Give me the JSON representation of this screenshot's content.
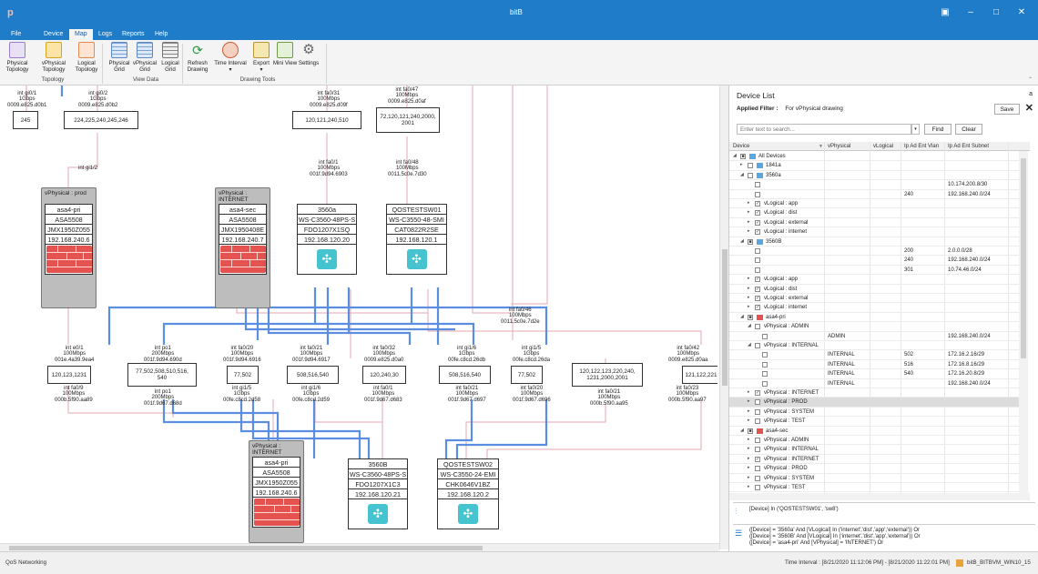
{
  "app": {
    "title": "bitB",
    "logo": "p"
  },
  "menu": [
    "File",
    "Device",
    "Map",
    "Logs",
    "Reports",
    "Help"
  ],
  "ribbon": {
    "buttons": [
      {
        "label": "Physical\nTopology",
        "icon": "physical-topology-icon"
      },
      {
        "label": "vPhysical\nTopology",
        "icon": "vphysical-topology-icon"
      },
      {
        "label": "Logical\nTopology",
        "icon": "logical-topology-icon"
      },
      {
        "label": "Physical\nGrid",
        "icon": "physical-grid-icon"
      },
      {
        "label": "vPhysical\nGrid",
        "icon": "vphysical-grid-icon"
      },
      {
        "label": "Logical\nGrid",
        "icon": "logical-grid-icon"
      },
      {
        "label": "Refresh\nDrawing",
        "icon": "refresh-icon"
      },
      {
        "label": "Time Interval\n▾",
        "icon": "time-interval-icon"
      },
      {
        "label": "Export\n▾",
        "icon": "export-icon"
      },
      {
        "label": "Mini View",
        "icon": "mini-view-icon"
      },
      {
        "label": "Settings",
        "icon": "settings-icon"
      }
    ],
    "groups": [
      "Topology",
      "View Data",
      "Drawing Tools"
    ]
  },
  "groups": [
    {
      "label": "vPhysical : prod"
    },
    {
      "label": "vPhysical : INTERNET"
    },
    {
      "label": "vPhysical : INTERNET"
    }
  ],
  "nodes": [
    {
      "rows": [
        "asa4-pri",
        "ASA5508",
        "JMX1950Z055",
        "192.168.240.6"
      ],
      "kind": "firewall"
    },
    {
      "rows": [
        "asa4-sec",
        "ASA5508",
        "JMX1950408E",
        "192.168.240.7"
      ],
      "kind": "firewall"
    },
    {
      "rows": [
        "3560a",
        "WS-C3560-48PS-S",
        "FDO1207X1SQ",
        "192.168.120.20"
      ],
      "kind": "switch"
    },
    {
      "rows": [
        "QOSTESTSW01",
        "WS-C3550-48-SMI",
        "CAT0822R2SE",
        "192.168.120.1"
      ],
      "kind": "switch"
    },
    {
      "rows": [
        "asa4-pri",
        "ASA5508",
        "JMX1950Z055",
        "192.168.240.6"
      ],
      "kind": "firewall"
    },
    {
      "rows": [
        "3560B",
        "WS-C3560-48PS-S",
        "FDO1207X1C3",
        "192.168.120.21"
      ],
      "kind": "switch"
    },
    {
      "rows": [
        "QOSTESTSW02",
        "WS-C3550-24-EMI",
        "CHK0646V1BZ",
        "192.168.120.2"
      ],
      "kind": "switch"
    }
  ],
  "vlans": [
    "245",
    "224,225,240,245,246",
    "120,121,240,510",
    "72,120,121,240,2000,\n2001",
    "120,123,1231",
    "77,502,508,510,516,\n540",
    "77,502",
    "508,516,540",
    "120,240,30",
    "508,516,540",
    "77,502",
    "120,122,123,220,240,\n1231,2000,2001",
    "121,122,221"
  ],
  "ports": [
    "int gi0/1\n1Gbps\n0009.e825.d0b1",
    "int gi0/2\n1Gbps\n0009.e825.d0b2",
    "int fa0/31\n100Mbps\n0009.e825.d09f",
    "int fa0/47\n100Mbps\n0009.e825.d0af",
    "int gi1/2",
    "int fa0/1\n100Mbps\n001f.9d94.6903",
    "int fa0/48\n100Mbps\n0011.5c0e.7d30",
    "int fa0/46\n100Mbps\n0011.5c0e.7d2e",
    "int e0/1\n100Mbps\n001e.4a39.9ea4",
    "int po1\n200Mbps\n001f.9d94.690d",
    "int fa0/20\n100Mbps\n001f.9d94.6916",
    "int fa0/21\n100Mbps\n001f.9d94.6917",
    "int fa0/32\n100Mbps\n0009.e825.d0a0",
    "int gi1/6\n1Gbps\n00fe.c8cd.26db",
    "int gi1/5\n1Gbps\n00fe.c8cd.26da",
    "int fa0/42\n100Mbps\n0009.e825.d0aa",
    "int fa0/9\n100Mbps\n000b.5f90.aa89",
    "int po1\n200Mbps\n001f.9d67.d68d",
    "int gi1/5\n1Gbps\n00fe.c8cd.2d58",
    "int gi1/6\n1Gbps\n00fe.c8cd.2d59",
    "int fa0/1\n100Mbps\n001f.9d67.d683",
    "int fa0/21\n100Mbps\n001f.9d67.d697",
    "int fa0/20\n100Mbps\n001f.9d67.d696",
    "int fa0/21\n100Mbps\n000b.5f90.aa95",
    "int fa0/23\n100Mbps\n000b.5f90.aa97"
  ],
  "panel": {
    "title": "Device List",
    "pin": "a",
    "filter_label": "Applied Filter :",
    "filter_value": "For vPhysical drawing",
    "save": "Save",
    "close": "✕",
    "search_placeholder": "Enter text to search...",
    "find": "Find",
    "clear": "Clear",
    "columns": [
      "Device",
      "vPhysical",
      "vLogical",
      "Ip Ad Ent Vlan",
      "Ip Ad Ent Subnet"
    ],
    "rows": [
      {
        "lvl": 0,
        "exp": "◢",
        "chk": "■",
        "icon": "grid",
        "name": "All Devices"
      },
      {
        "lvl": 1,
        "exp": "▸",
        "chk": "",
        "icon": "grid",
        "name": "1841a"
      },
      {
        "lvl": 1,
        "exp": "◢",
        "chk": "",
        "icon": "grid",
        "name": "3560a"
      },
      {
        "lvl": 2,
        "exp": "",
        "chk": "",
        "name": "",
        "subnet": "10.174.200.8/30"
      },
      {
        "lvl": 2,
        "exp": "",
        "chk": "",
        "name": "",
        "vlan": "240",
        "subnet": "192.168.240.0/24"
      },
      {
        "lvl": 2,
        "exp": "▸",
        "chk": "✓",
        "name": "vLogical : app"
      },
      {
        "lvl": 2,
        "exp": "▸",
        "chk": "✓",
        "name": "vLogical : dist"
      },
      {
        "lvl": 2,
        "exp": "▸",
        "chk": "✓",
        "name": "vLogical : external"
      },
      {
        "lvl": 2,
        "exp": "▸",
        "chk": "✓",
        "name": "vLogical : internet"
      },
      {
        "lvl": 1,
        "exp": "◢",
        "chk": "■",
        "icon": "grid",
        "name": "3560B"
      },
      {
        "lvl": 2,
        "exp": "",
        "chk": "",
        "name": "",
        "vlan": "200",
        "subnet": "2.0.0.0/28"
      },
      {
        "lvl": 2,
        "exp": "",
        "chk": "",
        "name": "",
        "vlan": "240",
        "subnet": "192.168.240.0/24"
      },
      {
        "lvl": 2,
        "exp": "",
        "chk": "",
        "name": "",
        "vlan": "301",
        "subnet": "10.74.46.0/24"
      },
      {
        "lvl": 2,
        "exp": "▸",
        "chk": "✓",
        "name": "vLogical : app"
      },
      {
        "lvl": 2,
        "exp": "▸",
        "chk": "✓",
        "name": "vLogical : dist"
      },
      {
        "lvl": 2,
        "exp": "▸",
        "chk": "✓",
        "name": "vLogical : external"
      },
      {
        "lvl": 2,
        "exp": "▸",
        "chk": "✓",
        "name": "vLogical : internet"
      },
      {
        "lvl": 1,
        "exp": "◢",
        "chk": "■",
        "icon": "fw",
        "name": "asa4-pri"
      },
      {
        "lvl": 2,
        "exp": "◢",
        "chk": "",
        "name": "vPhysical : ADMIN"
      },
      {
        "lvl": 3,
        "exp": "",
        "chk": "",
        "name": "",
        "vphys": "ADMIN",
        "subnet": "192.168.240.0/24"
      },
      {
        "lvl": 2,
        "exp": "◢",
        "chk": "",
        "name": "vPhysical : INTERNAL"
      },
      {
        "lvl": 3,
        "exp": "",
        "chk": "",
        "name": "",
        "vphys": "INTERNAL",
        "vlan": "502",
        "subnet": "172.16.2.16/29"
      },
      {
        "lvl": 3,
        "exp": "",
        "chk": "",
        "name": "",
        "vphys": "INTERNAL",
        "vlan": "516",
        "subnet": "172.16.8.16/29"
      },
      {
        "lvl": 3,
        "exp": "",
        "chk": "",
        "name": "",
        "vphys": "INTERNAL",
        "vlan": "540",
        "subnet": "172.16.20.8/29"
      },
      {
        "lvl": 3,
        "exp": "",
        "chk": "",
        "name": "",
        "vphys": "INTERNAL",
        "subnet": "192.168.240.0/24"
      },
      {
        "lvl": 2,
        "exp": "▸",
        "chk": "✓",
        "name": "vPhysical : INTERNET"
      },
      {
        "lvl": 2,
        "exp": "▸",
        "chk": "",
        "name": "vPhysical : PROD",
        "sel": true
      },
      {
        "lvl": 2,
        "exp": "▸",
        "chk": "",
        "name": "vPhysical : SYSTEM"
      },
      {
        "lvl": 2,
        "exp": "▸",
        "chk": "",
        "name": "vPhysical : TEST"
      },
      {
        "lvl": 1,
        "exp": "◢",
        "chk": "■",
        "icon": "fw",
        "name": "asa4-sec"
      },
      {
        "lvl": 2,
        "exp": "▸",
        "chk": "",
        "name": "vPhysical : ADMIN"
      },
      {
        "lvl": 2,
        "exp": "▸",
        "chk": "",
        "name": "vPhysical : INTERNAL"
      },
      {
        "lvl": 2,
        "exp": "▸",
        "chk": "✓",
        "name": "vPhysical : INTERNET"
      },
      {
        "lvl": 2,
        "exp": "▸",
        "chk": "",
        "name": "vPhysical : PROD"
      },
      {
        "lvl": 2,
        "exp": "▸",
        "chk": "",
        "name": "vPhysical : SYSTEM"
      },
      {
        "lvl": 2,
        "exp": "▸",
        "chk": "",
        "name": "vPhysical : TEST"
      }
    ],
    "expr1": "[Device] In ('QOSTESTSW01', 'sw8')",
    "expr2": "([Device] = '3560a' And [VLogical] In ('internet','dist','app','external')) Or\n([Device] = '3560B' And [VLogical] In ('internet','dist','app','external')) Or\n([Device] = 'asa4-pri' And [VPhysical] = 'INTERNET') Or"
  },
  "status": {
    "left": "QoS Networking",
    "interval": "Time Interval : [8/21/2020 11:12:06 PM] - [8/21/2020 11:22:01 PM]",
    "db": "bitB_BITBVM_WIN10_15"
  },
  "colors": {
    "blue_link": "#5b8ee0",
    "pink_link": "#e6a7b0",
    "titlebar": "#1e7cc8"
  }
}
